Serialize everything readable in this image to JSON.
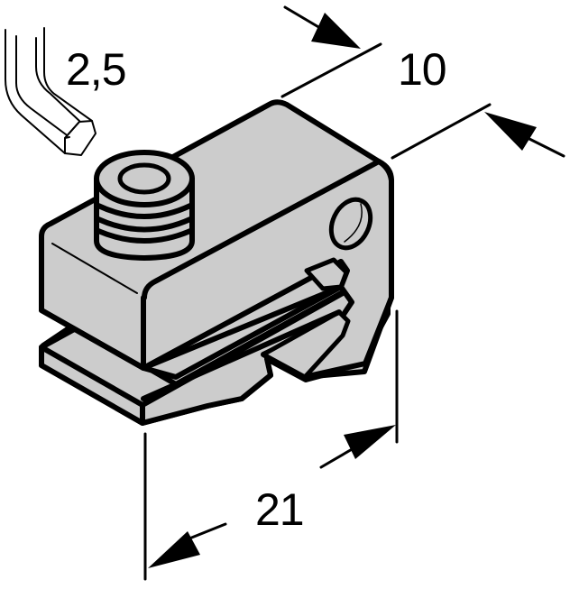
{
  "diagram": {
    "type": "technical dimension drawing",
    "subject": "mounting bracket / clamp with set screw",
    "colors": {
      "part_fill": "#cccccc",
      "outline": "#000000",
      "background": "#ffffff"
    },
    "dimensions": {
      "hex_key": "2,5",
      "width": "10",
      "length": "21"
    },
    "icons": {
      "hex_key": "hex-key-icon"
    }
  }
}
